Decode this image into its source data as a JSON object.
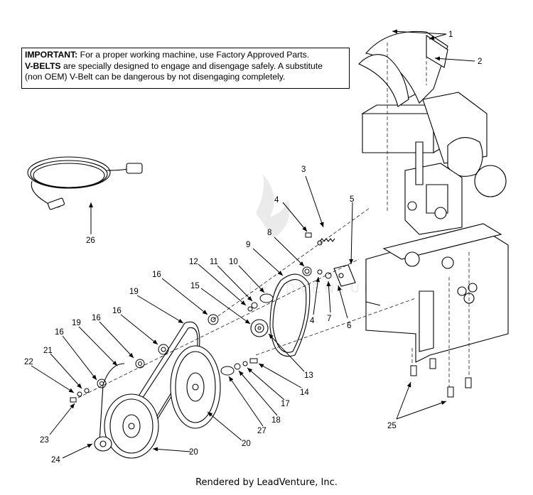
{
  "notice": {
    "line1_bold": "IMPORTANT:",
    "line1_text": " For a proper working machine, use Factory Approved Parts.",
    "line2_bold": "V-BELTS",
    "line2_text": " are specially designed to engage and disengage safely. A substitute",
    "line3_text": "(non OEM) V-Belt can be dangerous by not disengaging completely."
  },
  "watermark": "LEADVENTURE",
  "footer": "Rendered by LeadVenture, Inc.",
  "callouts": [
    "1",
    "2",
    "3",
    "4",
    "5",
    "8",
    "9",
    "10",
    "11",
    "12",
    "15",
    "16",
    "16",
    "19",
    "16",
    "19",
    "16",
    "21",
    "22",
    "23",
    "24",
    "20",
    "20",
    "27",
    "18",
    "17",
    "14",
    "13",
    "6",
    "7",
    "4",
    "25",
    "26"
  ]
}
